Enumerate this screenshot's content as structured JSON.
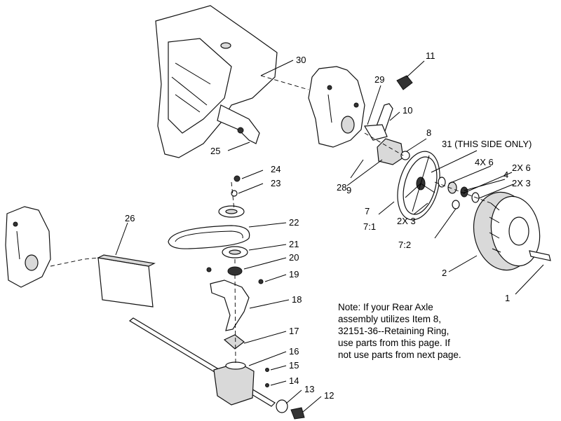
{
  "callouts": {
    "c1": "1",
    "c2": "2",
    "c4": "4",
    "c4x6": "4X 6",
    "c7": "7",
    "c71": "7:1",
    "c72": "7:2",
    "c8": "8",
    "c9": "9",
    "c10": "10",
    "c11": "11",
    "c12": "12",
    "c13": "13",
    "c14": "14",
    "c15": "15",
    "c16": "16",
    "c17": "17",
    "c18": "18",
    "c19": "19",
    "c20": "20",
    "c21": "21",
    "c22": "22",
    "c23": "23",
    "c24": "24",
    "c25": "25",
    "c26": "26",
    "c28": "28",
    "c29": "29",
    "c30": "30",
    "c31": "31 (THIS SIDE ONLY)",
    "c2x6": "2X  6",
    "c2x3a": "2X  3",
    "c2x3b": "2X  3"
  },
  "note": {
    "line1": "Note:  If your Rear Axle",
    "line2": "assembly utilizes Item 8,",
    "line3": "32151-36--Retaining Ring,",
    "line4": "use parts from this page.  If",
    "line5": "not use parts from next page."
  }
}
